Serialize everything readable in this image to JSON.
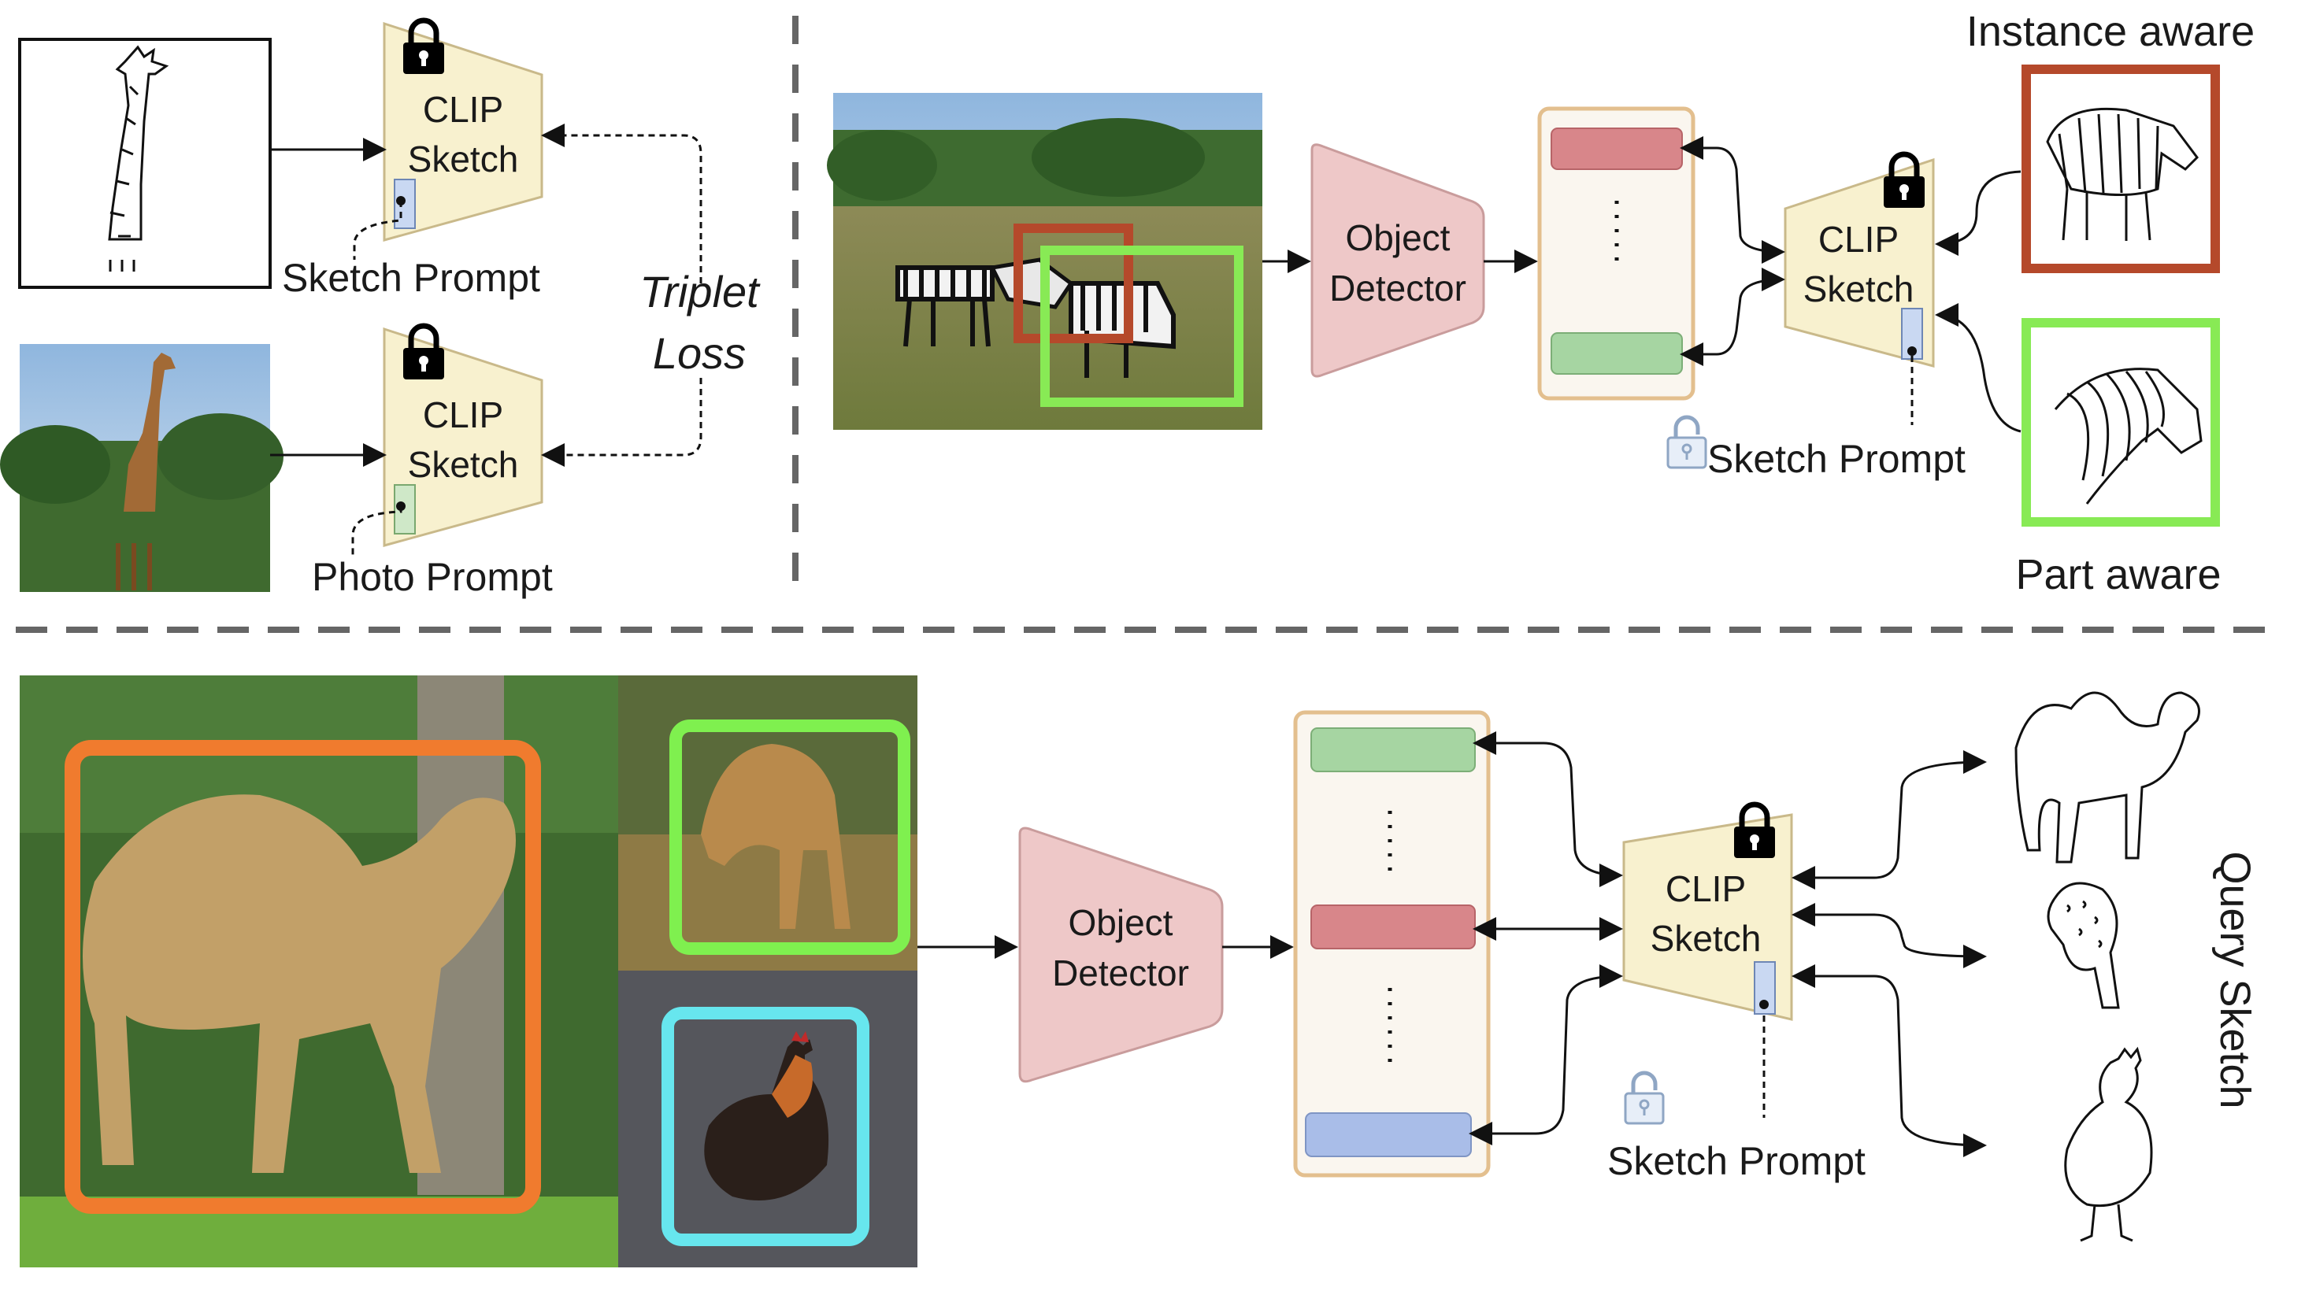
{
  "clip_sketch": {
    "line1": "CLIP",
    "line2": "Sketch"
  },
  "object_detector": {
    "line1": "Object",
    "line2": "Detector"
  },
  "labels": {
    "sketch_prompt": "Sketch Prompt",
    "photo_prompt": "Photo Prompt",
    "triplet_line1": "Triplet",
    "triplet_line2": "Loss",
    "instance_aware": "Instance aware",
    "part_aware": "Part aware",
    "query_sketch": "Query Sketch"
  },
  "colors": {
    "clip_fill": "#f8f1cf",
    "clip_stroke": "#c9b98a",
    "detector_fill": "#eec8c8",
    "detector_stroke": "#c99c9c",
    "panel_fill": "#faf6ef",
    "panel_stroke": "#e3bf8e",
    "red_bar": "#d8868a",
    "green_bar": "#a6d5a2",
    "blue_bar": "#a9bde8",
    "instance_box": "#b5492b",
    "part_box": "#88ea55",
    "camel_box": "#f07b2e",
    "giraffe_box": "#7ff04f",
    "rooster_box": "#67e6ee",
    "separator": "#666666"
  },
  "icons": [
    "lock-icon",
    "unlock-icon",
    "giraffe-sketch-icon",
    "zebra-sketch-icon",
    "camel-sketch-icon",
    "giraffe-part-sketch-icon",
    "rooster-sketch-icon"
  ]
}
